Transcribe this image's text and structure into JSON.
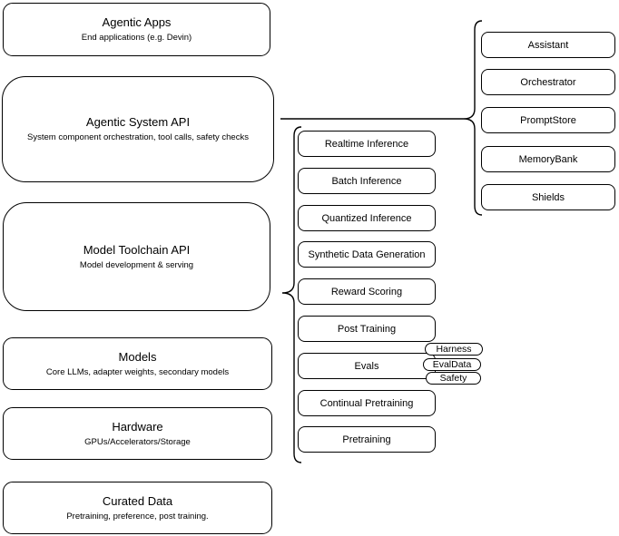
{
  "diagram": {
    "left_stack": [
      {
        "title": "Agentic Apps",
        "subtitle": "End applications (e.g. Devin)"
      },
      {
        "title": "Agentic System API",
        "subtitle": "System component orchestration, tool calls, safety checks"
      },
      {
        "title": "Model Toolchain API",
        "subtitle": "Model development & serving"
      },
      {
        "title": "Models",
        "subtitle": "Core LLMs, adapter weights, secondary models"
      },
      {
        "title": "Hardware",
        "subtitle": "GPUs/Accelerators/Storage"
      },
      {
        "title": "Curated Data",
        "subtitle": "Pretraining, preference, post training."
      }
    ],
    "toolchain_components": [
      "Realtime Inference",
      "Batch Inference",
      "Quantized Inference",
      "Synthetic Data Generation",
      "Reward Scoring",
      "Post Training",
      "Evals",
      "Continual Pretraining",
      "Pretraining"
    ],
    "evals_tags": [
      "Harness",
      "EvalData",
      "Safety"
    ],
    "system_components": [
      "Assistant",
      "Orchestrator",
      "PromptStore",
      "MemoryBank",
      "Shields"
    ],
    "colors": {
      "line": "#000000",
      "background": "#ffffff",
      "box_fill": "#ffffff"
    }
  }
}
